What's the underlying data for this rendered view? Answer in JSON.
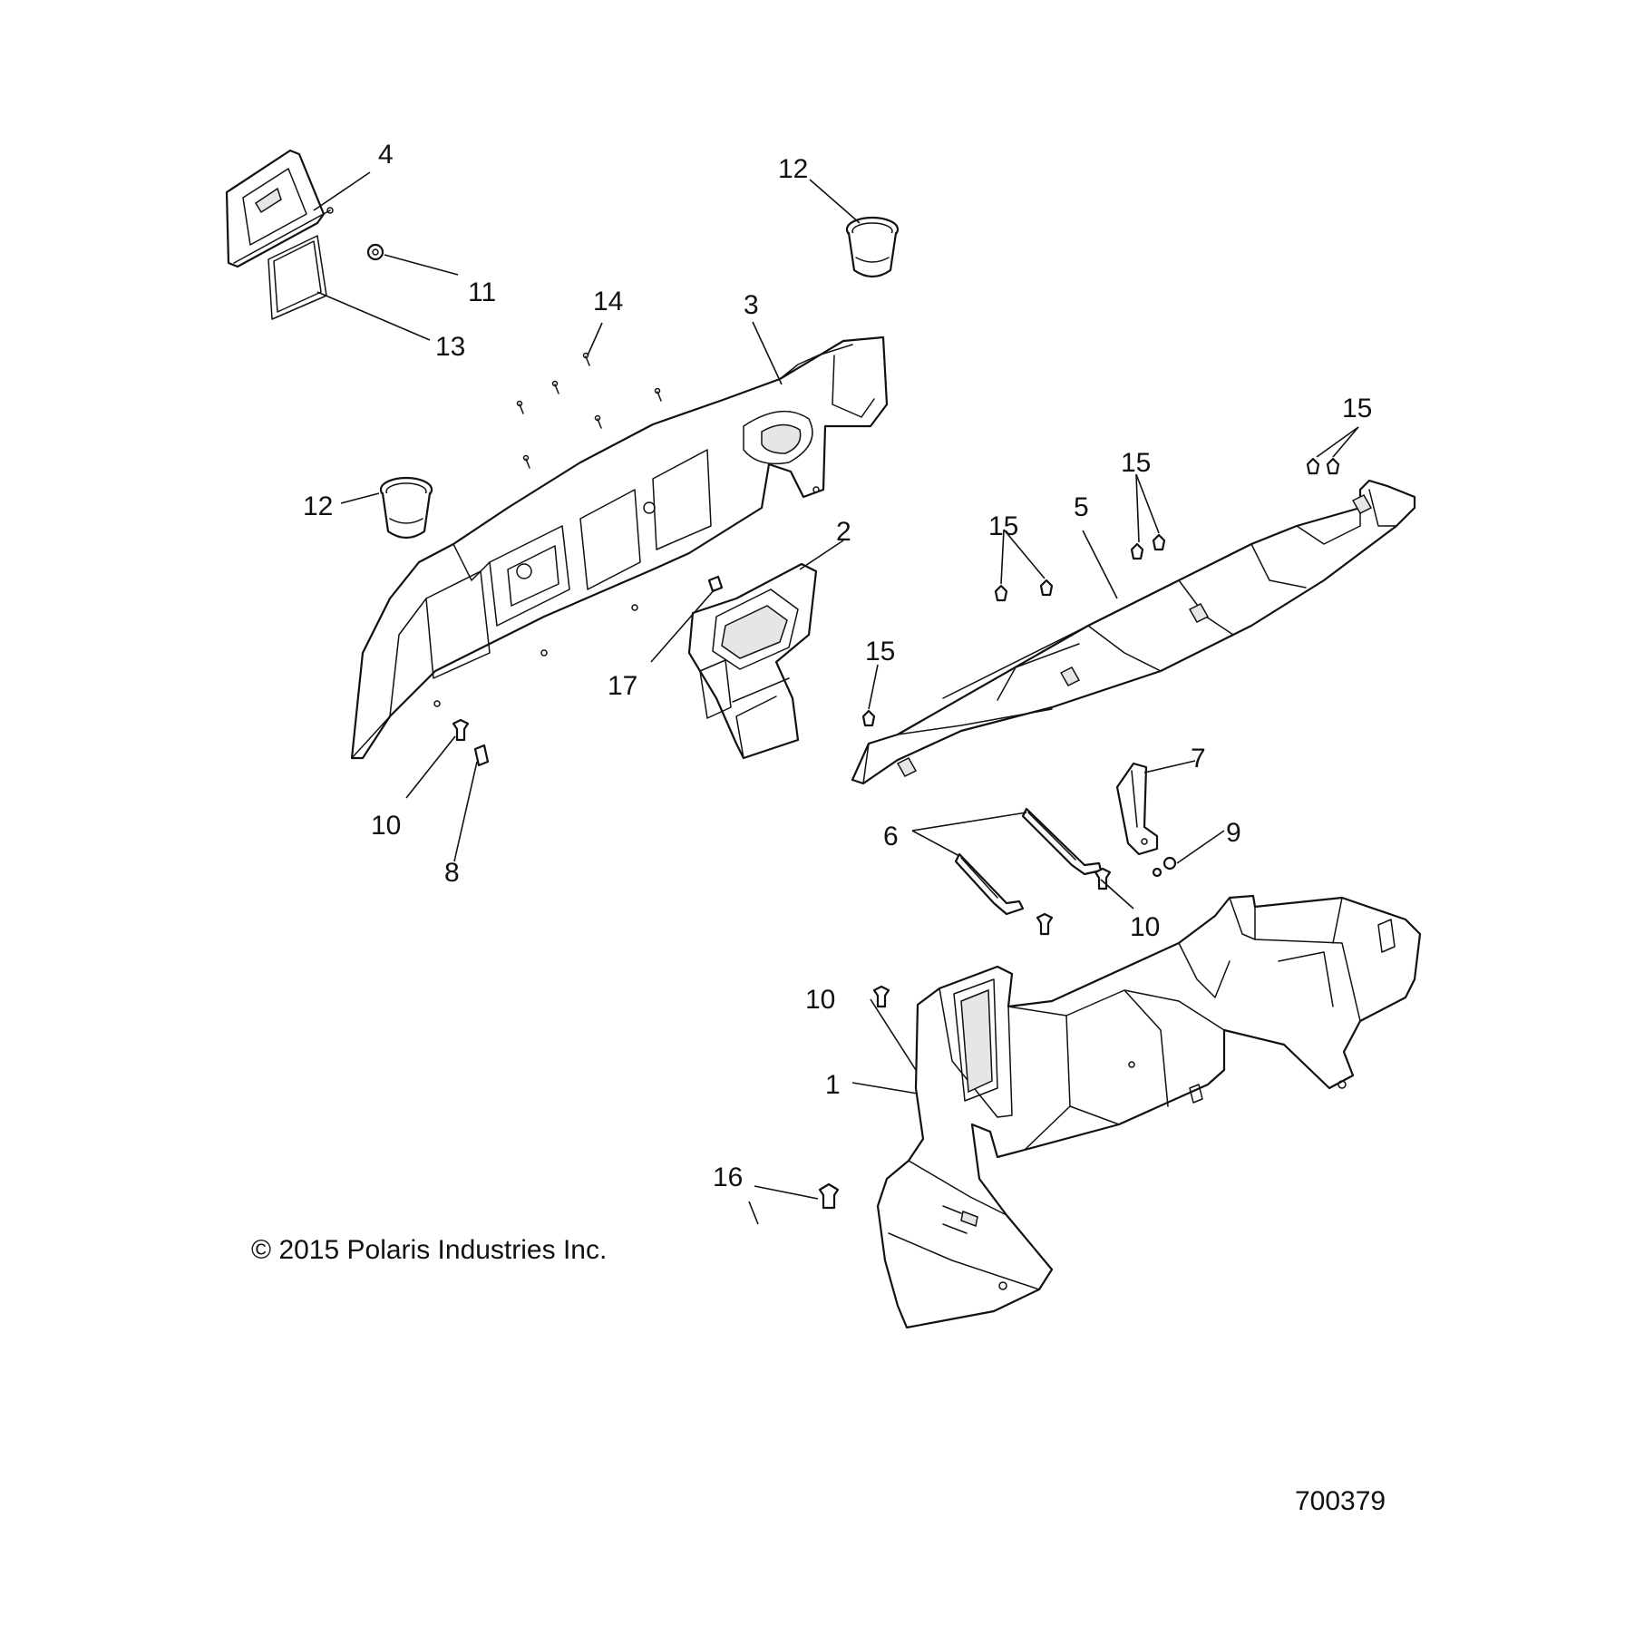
{
  "callouts": {
    "c1": "1",
    "c2": "2",
    "c3": "3",
    "c4": "4",
    "c5": "5",
    "c6": "6",
    "c7": "7",
    "c8": "8",
    "c9": "9",
    "c10a": "10",
    "c10b": "10",
    "c10c": "10",
    "c11": "11",
    "c12a": "12",
    "c12b": "12",
    "c13": "13",
    "c14": "14",
    "c15a": "15",
    "c15b": "15",
    "c15c": "15",
    "c15d": "15",
    "c16": "16",
    "c17": "17"
  },
  "copyright": "© 2015 Polaris Industries Inc.",
  "drawing_number": "700379"
}
